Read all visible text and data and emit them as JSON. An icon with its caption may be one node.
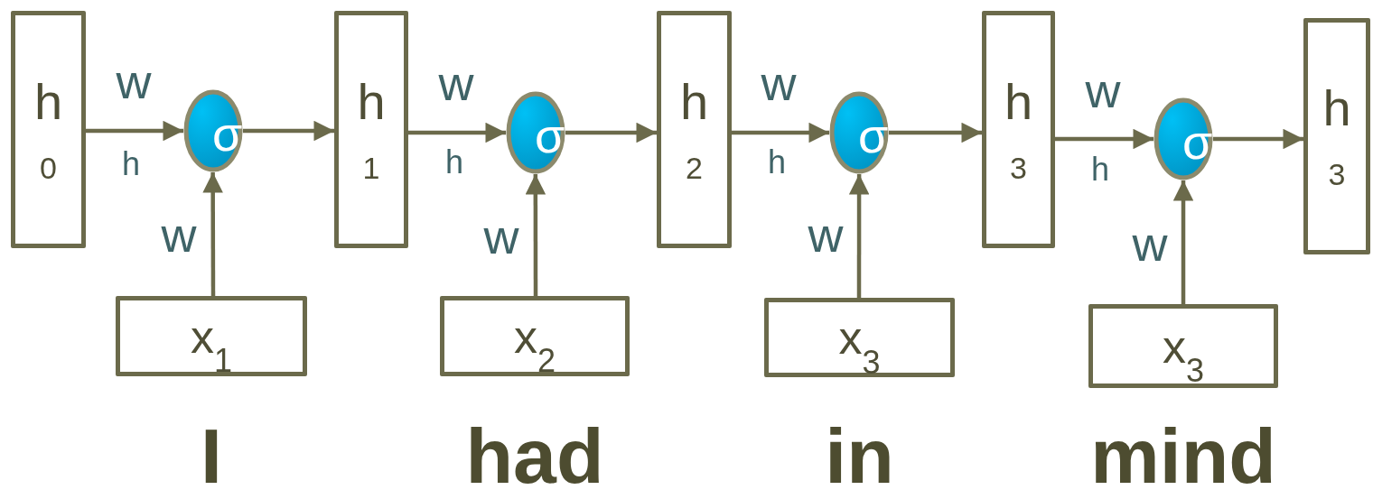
{
  "diagram": {
    "nodes": [
      {
        "text": [
          "h",
          "0"
        ]
      },
      {
        "text": [
          "σ"
        ]
      },
      {
        "text": [
          "x$_{1}$"
        ],
        "beside": [
          "I"
        ]
      },
      {
        "text": [
          "h",
          "1"
        ]
      },
      {
        "text": [
          "σ"
        ]
      },
      {
        "text": [
          "x$_{2}$"
        ],
        "beside": [
          "had"
        ]
      },
      {
        "text": [
          "h",
          "2"
        ]
      },
      {
        "text": [
          "σ"
        ]
      },
      {
        "text": [
          "x$_{3}$"
        ],
        "beside": [
          "in"
        ]
      },
      {
        "text": [
          "h",
          "3"
        ]
      },
      {
        "text": [
          "σ"
        ]
      },
      {
        "text": [
          "x$_{3}$"
        ],
        "beside": [
          "mind"
        ]
      },
      {
        "text": [
          "h",
          "3"
        ]
      }
    ],
    "edges": [
      {
        "from": 0,
        "to": 1,
        "arrow": "to",
        "label": "w"
      },
      {
        "from": 2,
        "to": 1,
        "arrow": "to",
        "label": "w"
      },
      {
        "from": 1,
        "to": 3,
        "arrow": "to"
      },
      {
        "from": 3,
        "to": 4,
        "arrow": "to",
        "label": "w"
      },
      {
        "from": 5,
        "to": 4,
        "arrow": "to",
        "label": "w"
      },
      {
        "from": 4,
        "to": 6,
        "arrow": "to"
      },
      {
        "from": 6,
        "to": 7,
        "arrow": "to",
        "label": "w"
      },
      {
        "from": 8,
        "to": 7,
        "arrow": "to",
        "label": "w"
      },
      {
        "from": 7,
        "to": 9,
        "arrow": "to"
      },
      {
        "from": 9,
        "to": 10,
        "arrow": "to",
        "label": "w"
      },
      {
        "from": 11,
        "to": 10,
        "arrow": "to",
        "label": "w"
      },
      {
        "from": 10,
        "to": 12,
        "arrow": "to"
      }
    ],
    "labels": [
      "h",
      "h",
      "h",
      "h"
    ]
  }
}
